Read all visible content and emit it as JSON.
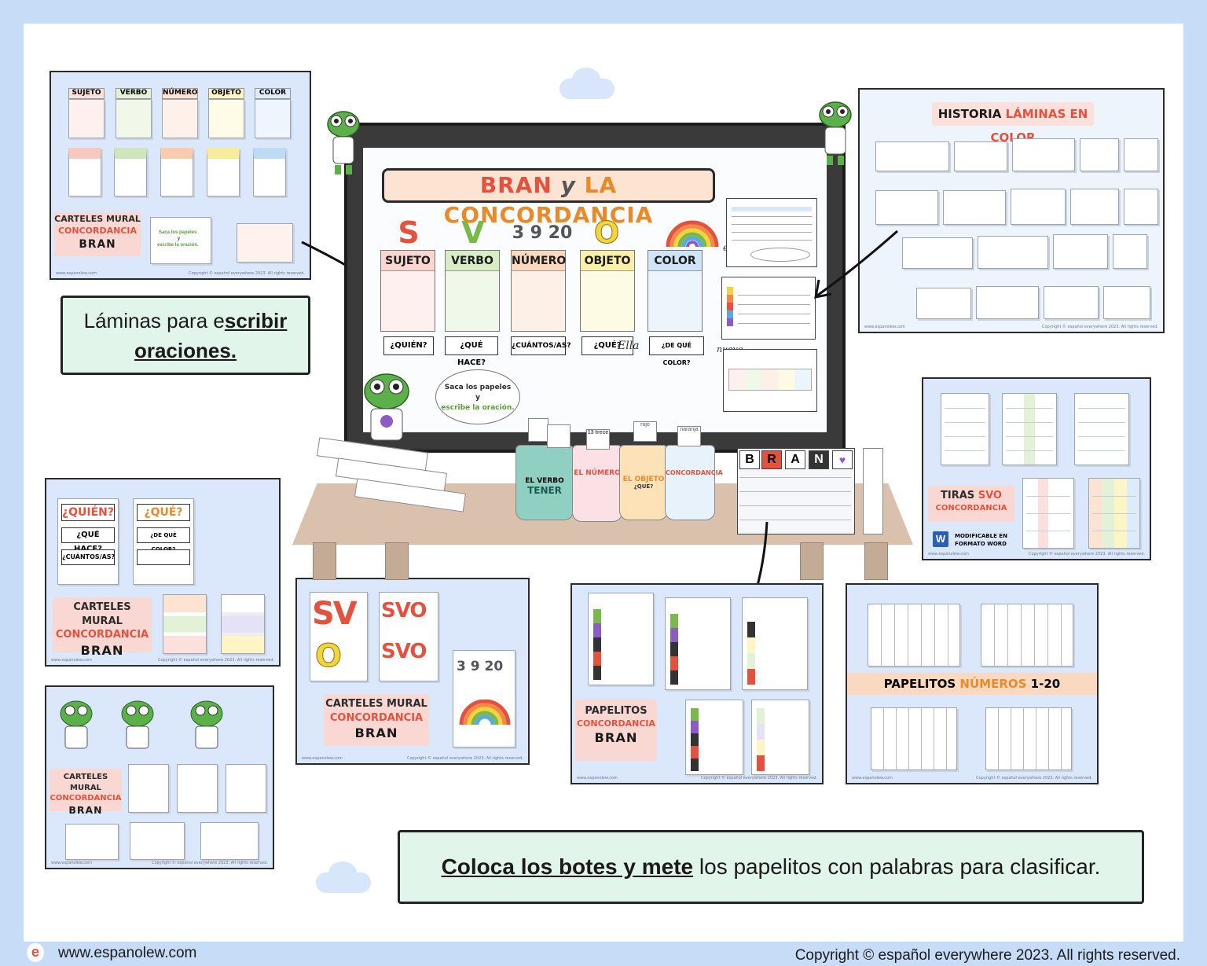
{
  "colors": {
    "sujeto": "#e2523f",
    "verbo": "#79b84a",
    "numero": "#f28a45",
    "objeto": "#f2d43c",
    "color": "#5aa8e0",
    "accent_red": "#e2523f",
    "frame_bg": "#c7dcf7",
    "callout_bg": "#e2f5ea"
  },
  "board": {
    "title_part1": "BRAN",
    "title_part2": "y",
    "title_part3": "LA CONCORDANCIA",
    "big_letters": [
      "S",
      "V",
      "3 9 20",
      "O"
    ],
    "columns": [
      "SUJETO",
      "VERBO",
      "NÚMERO",
      "OBJETO",
      "COLOR"
    ],
    "questions": [
      "¿QUIÉN?",
      "¿QUÉ HACE?",
      "¿CUÁNTOS/AS?",
      "¿QUÉ?",
      "¿DE QUÉ COLOR?"
    ],
    "handwriting": [
      "Ella",
      "nueve",
      "es"
    ],
    "bubble_line1": "Saca los papeles",
    "bubble_line2": "y",
    "bubble_line3": "escribe la oración.",
    "icons": [
      "rainbow-icon",
      "frog-mascot-icon"
    ]
  },
  "table": {
    "cups": [
      {
        "line1": "EL VERBO",
        "line2": "TENER"
      },
      {
        "line1": "EL NÚMERO",
        "line2": ""
      },
      {
        "line1": "EL OBJETO",
        "line2": "¿QUÉ?"
      },
      {
        "line1": "CONCORDANCIA",
        "line2": ""
      }
    ],
    "cup_tags": [
      "13 trece",
      "rojo",
      "naranja"
    ],
    "bran_letters": [
      "B",
      "R",
      "A",
      "N"
    ]
  },
  "panels": {
    "top_left": {
      "headers": [
        "SUJETO",
        "VERBO",
        "NÚMERO",
        "OBJETO",
        "COLOR"
      ],
      "label1": "CARTELES MURAL",
      "label2": "CONCORDANCIA",
      "label3": "BRAN",
      "note1": "Saca los papeles",
      "note2": "y",
      "note3": "escribe la oración.",
      "foot_left": "www.espanolew.com",
      "foot_right": "Copyright © español everywhere 2023. All rights reserved."
    },
    "callout_write": {
      "part1": "Láminas para e",
      "part2": "scribir",
      "part3": "oraciones."
    },
    "top_right": {
      "title1": "HISTORIA",
      "title2": "LÁMINAS EN COLOR",
      "foot_left": "www.espanolew.com",
      "foot_right": "Copyright © español everywhere 2023. All rights reserved."
    },
    "mid_left": {
      "q1": "¿QUIÉN?",
      "q2": "¿QUÉ HACE?",
      "q3": "¿CUÁNTOS/AS?",
      "q4": "¿QUÉ?",
      "q5": "¿DE QUÉ COLOR?",
      "label1": "CARTELES MURAL",
      "label2": "CONCORDANCIA",
      "label3": "BRAN",
      "foot_left": "www.espanolew.com",
      "foot_right": "Copyright © español everywhere 2023. All rights reserved."
    },
    "bottom_left": {
      "label1": "CARTELES MURAL",
      "label2": "CONCORDANCIA",
      "label3": "BRAN",
      "foot_left": "www.espanolew.com",
      "foot_right": "Copyright © español everywhere 2023. All rights reserved."
    },
    "svo": {
      "letters_a": "SV",
      "letter_o": "O",
      "svo1": "SVO",
      "svo2": "SVO",
      "nums": "3 9 20",
      "label1": "CARTELES MURAL",
      "label2": "CONCORDANCIA",
      "label3": "BRAN",
      "foot_left": "www.espanolew.com",
      "foot_right": "Copyright © español everywhere 2023. All rights reserved."
    },
    "papelitos": {
      "label1": "PAPELITOS",
      "label2": "CONCORDANCIA",
      "label3": "BRAN",
      "foot_left": "www.espanolew.com",
      "foot_right": "Copyright © español everywhere 2023. All rights reserved."
    },
    "tiras": {
      "label1a": "TIRAS ",
      "label1b": "SVO",
      "label2": "CONCORDANCIA",
      "word1": "MODIFICABLE EN",
      "word2": "FORMATO WORD",
      "word_icon": "W",
      "foot_left": "www.espanolew.com",
      "foot_right": "Copyright © español everywhere 2023. All rights reserved."
    },
    "numeros": {
      "label_a": "PAPELITOS ",
      "label_b": "NÚMEROS",
      "label_c": " 1-20",
      "foot_left": "www.espanolew.com",
      "foot_right": "Copyright © español everywhere 2023. All rights reserved."
    },
    "callout_place": {
      "part1": "Coloca los botes y mete",
      "part2": " los papelitos con palabras para clasificar."
    }
  },
  "footer": {
    "logo": "e",
    "site": "www.espanolew.com",
    "copyright": "Copyright © español everywhere 2023. All rights reserved."
  }
}
